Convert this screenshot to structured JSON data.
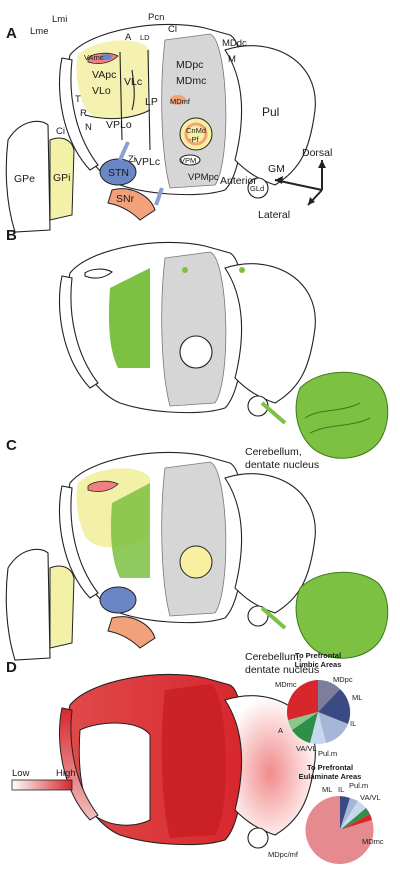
{
  "panels": [
    {
      "letter": "A",
      "labels": {
        "Lmi": "Lmi",
        "Lme": "Lme",
        "Pcn": "Pcn",
        "Cl": "Cl",
        "A": "A",
        "LD": "LD",
        "VAmc": "VAmc",
        "VApc": "VApc",
        "VLo": "VLo",
        "VLc": "VLc",
        "LP": "LP",
        "VPLo": "VPLo",
        "VPLc": "VPLc",
        "MDpc": "MDpc",
        "MDmc": "MDmc",
        "MDmf": "MDmf",
        "MDdc": "MDdc",
        "M": "M",
        "CnMd": "CnMd",
        "Pf": "-Pf",
        "VPM": "VPM",
        "VPMpc": "VPMpc",
        "Pul": "Pul",
        "GM": "GM",
        "GLd": "GLd",
        "T": "T",
        "R": "R",
        "N": "N",
        "GPe": "GPe",
        "GPi": "GPi",
        "Ci": "Ci",
        "Zi": "Zi",
        "STN": "STN",
        "SNr": "SNr"
      },
      "orientation": {
        "anterior": "Anterior",
        "dorsal": "Dorsal",
        "lateral": "Lateral"
      }
    },
    {
      "letter": "B",
      "cerebellum": [
        "Cerebellum,",
        "dentate nucleus"
      ]
    },
    {
      "letter": "C",
      "cerebellum": [
        "Cerebellum,",
        "dentate nucleus"
      ]
    },
    {
      "letter": "D",
      "legend": {
        "low": "Low",
        "high": "High"
      },
      "pie1": {
        "title": [
          "To Prefrontal",
          "Limbic Areas"
        ],
        "labels": [
          "MDmc",
          "MDpc",
          "ML",
          "IL",
          "Pul.m",
          "VA/VL",
          "A"
        ]
      },
      "pie2": {
        "title": [
          "To Prefrontal",
          "Eulaminate Areas"
        ],
        "labels": [
          "ML",
          "IL",
          "Pul.m",
          "VA/VL",
          "MDpc/mf",
          "MDmc"
        ]
      }
    }
  ],
  "colors": {
    "yellow": "#f3f0a8",
    "green": "#7cc142",
    "blue": "#6b86c4",
    "orange": "#f2a27a",
    "red": "#d7262c",
    "pink": "#f1a7a7"
  }
}
